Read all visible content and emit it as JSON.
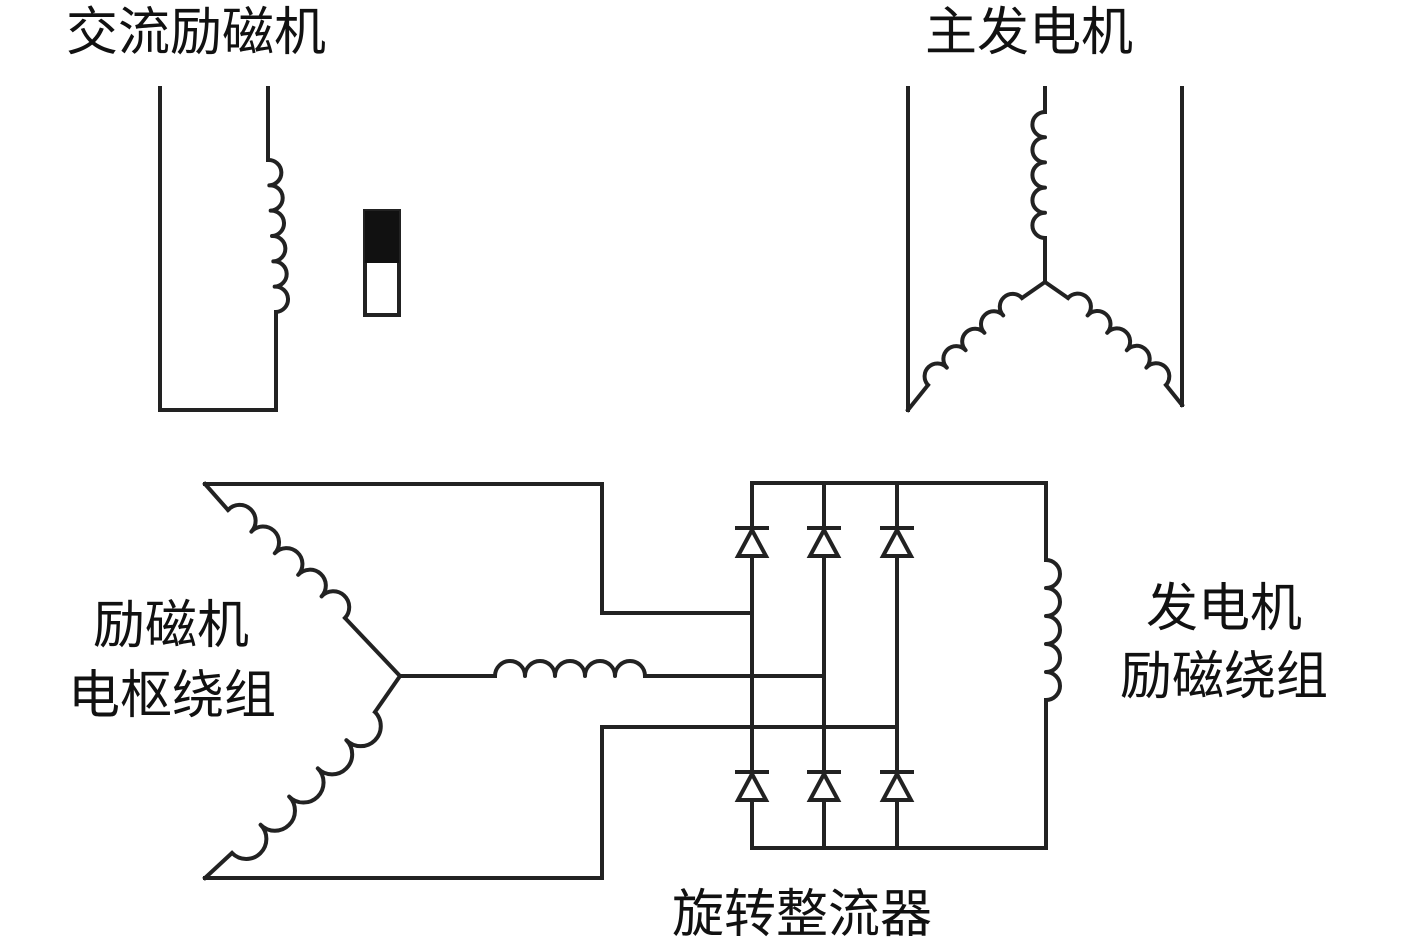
{
  "labels": {
    "ac_exciter": "交流励磁机",
    "main_generator": "主发电机",
    "exciter_armature_line1": "励磁机",
    "exciter_armature_line2": "电枢绕组",
    "field_winding_line1": "发电机",
    "field_winding_line2": "励磁绕组",
    "rotating_rectifier": "旋转整流器"
  }
}
